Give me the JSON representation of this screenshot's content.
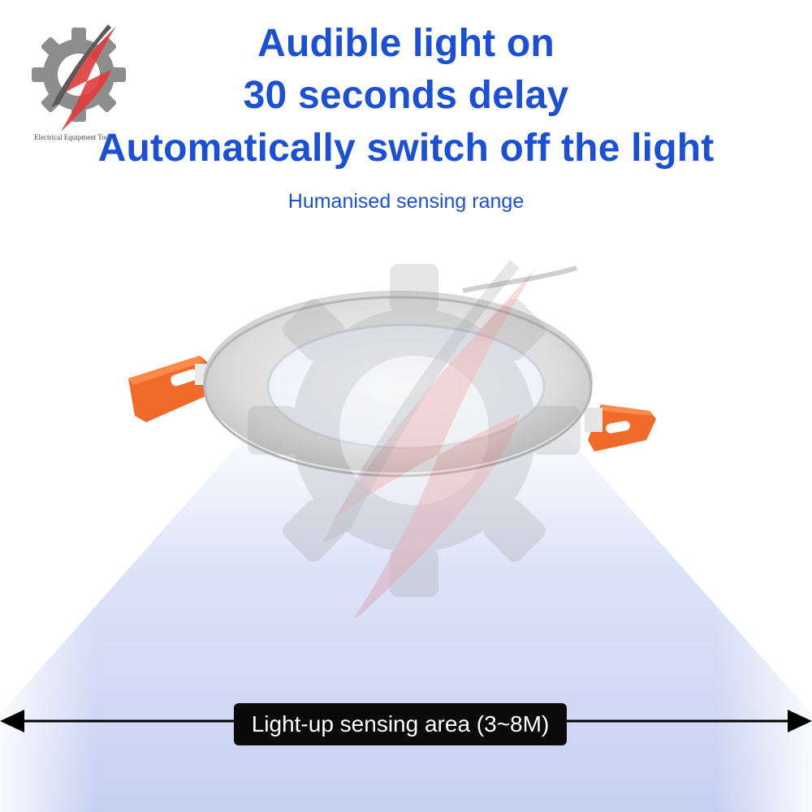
{
  "headline": {
    "line1": "Audible light on",
    "line2": "30 seconds delay",
    "line3": "Automatically switch off the light"
  },
  "subtitle": "Humanised sensing range",
  "logo": {
    "icon": "gear-bolt-logo-icon",
    "text": "Electrical Equipment Tool"
  },
  "range_label": "Light-up sensing area (3~8M)",
  "colors": {
    "headline": "#1a4fd6",
    "subtitle": "#1a4fd6",
    "clip": "#f06a2a",
    "beam": "#c9d2f2",
    "label_bg": "#0a0a0a",
    "label_text": "#ffffff"
  },
  "icons": {
    "left_arrow": "arrow-left-icon",
    "right_arrow": "arrow-right-icon",
    "product": "round-ceiling-light-icon",
    "watermark": "gear-watermark-icon"
  }
}
